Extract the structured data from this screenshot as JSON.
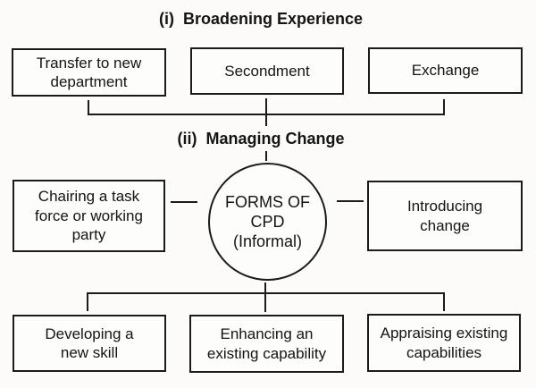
{
  "diagram": {
    "section_broadening": {
      "heading": "(i)  Broadening Experience",
      "boxes": [
        "Transfer to new\ndepartment",
        "Secondment",
        "Exchange"
      ]
    },
    "section_managing": {
      "heading": "(ii)  Managing Change",
      "left_box": "Chairing a task\nforce or working\nparty",
      "right_box": "Introducing\nchange",
      "hub": "FORMS OF\nCPD\n(Informal)"
    },
    "section_bottom": {
      "boxes": [
        "Developing a\nnew skill",
        "Enhancing an\nexisting capability",
        "Appraising existing\ncapabilities"
      ]
    }
  },
  "colors": {
    "ink": "#1b1b1b",
    "paper": "#fcfbf9"
  }
}
